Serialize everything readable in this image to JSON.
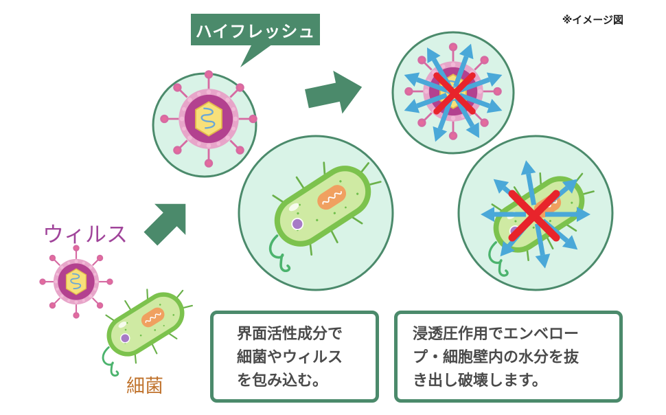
{
  "header": {
    "note": "※イメージ図",
    "brand_label": "ハイフレッシュ"
  },
  "labels": {
    "virus": "ウィルス",
    "bacteria": "細菌"
  },
  "captions": {
    "surfactant": [
      "界面活性成分で",
      "細菌やウィルス",
      "を包み込む。"
    ],
    "osmosis": [
      "浸透圧作用でエンベロー",
      "プ・細胞壁内の水分を抜",
      "き出し破壊します。"
    ]
  },
  "colors": {
    "brand_green": "#4b8a6b",
    "circle_fill": "#d9f3e7",
    "virus_magenta": "#b3418f",
    "bacteria_green": "#9cce5c",
    "arrow_blue": "#4aa8d8",
    "cross_red": "#e8242b",
    "virus_text": "#a0449a",
    "bacteria_text": "#c0732d"
  }
}
